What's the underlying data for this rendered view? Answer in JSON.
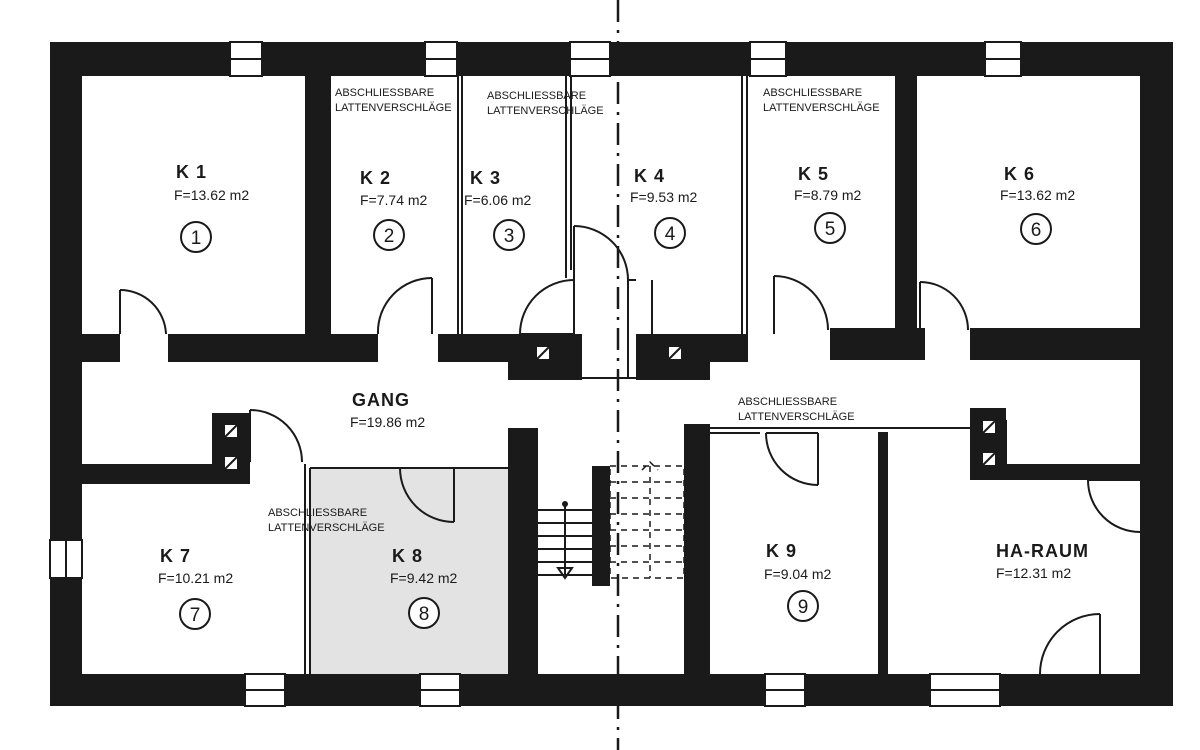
{
  "rooms": [
    {
      "id": "k1",
      "name": "K 1",
      "area": "F=13.62 m2",
      "number": "1"
    },
    {
      "id": "k2",
      "name": "K 2",
      "area": "F=7.74 m2",
      "number": "2"
    },
    {
      "id": "k3",
      "name": "K 3",
      "area": "F=6.06 m2",
      "number": "3"
    },
    {
      "id": "k4",
      "name": "K 4",
      "area": "F=9.53 m2",
      "number": "4"
    },
    {
      "id": "k5",
      "name": "K 5",
      "area": "F=8.79 m2",
      "number": "5"
    },
    {
      "id": "k6",
      "name": "K 6",
      "area": "F=13.62 m2",
      "number": "6"
    },
    {
      "id": "k7",
      "name": "K 7",
      "area": "F=10.21 m2",
      "number": "7"
    },
    {
      "id": "k8",
      "name": "K 8",
      "area": "F=9.42 m2",
      "number": "8"
    },
    {
      "id": "k9",
      "name": "K 9",
      "area": "F=9.04 m2",
      "number": "9"
    },
    {
      "id": "ha",
      "name": "HA-RAUM",
      "area": "F=12.31 m2"
    },
    {
      "id": "gang",
      "name": "GANG",
      "area": "F=19.86 m2"
    }
  ],
  "annotation": {
    "line1": "ABSCHLIESSBARE",
    "line2": "LATTENVERSCHLÄGE"
  },
  "colors": {
    "wall": "#1a1a1a",
    "paper": "#ffffff",
    "highlight_fill": "#e3e3e3"
  }
}
